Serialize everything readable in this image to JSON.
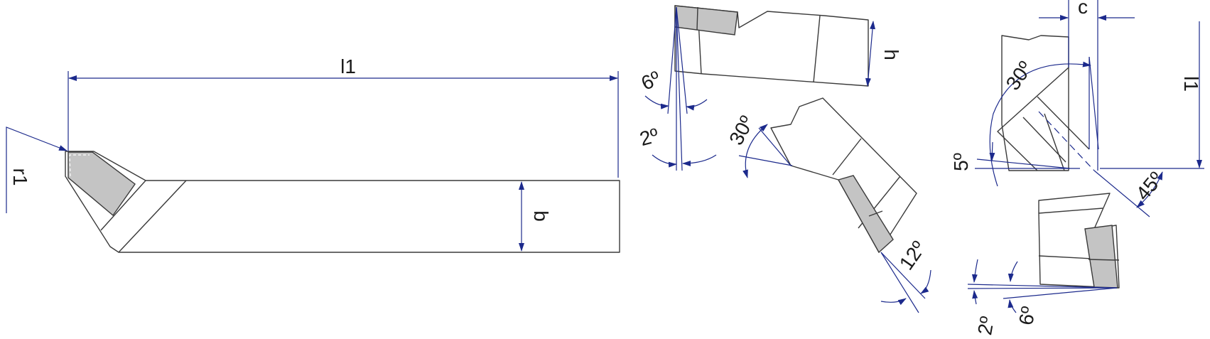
{
  "labels": {
    "l1_top": "l1",
    "r1": "r1",
    "b": "b",
    "h": "h",
    "c": "c",
    "l1_right": "l1",
    "ang_6_top": "6º",
    "ang_2_top": "2º",
    "ang_30_mid": "30º",
    "ang_12": "12º",
    "ang_30_right": "30º",
    "ang_5": "5º",
    "ang_45": "45º",
    "ang_2_bottom": "2º",
    "ang_6_bottom": "6º"
  },
  "colors": {
    "dimension": "#1c2a8c",
    "outline": "#3a3a3a",
    "insert": "#c4c4c4"
  }
}
